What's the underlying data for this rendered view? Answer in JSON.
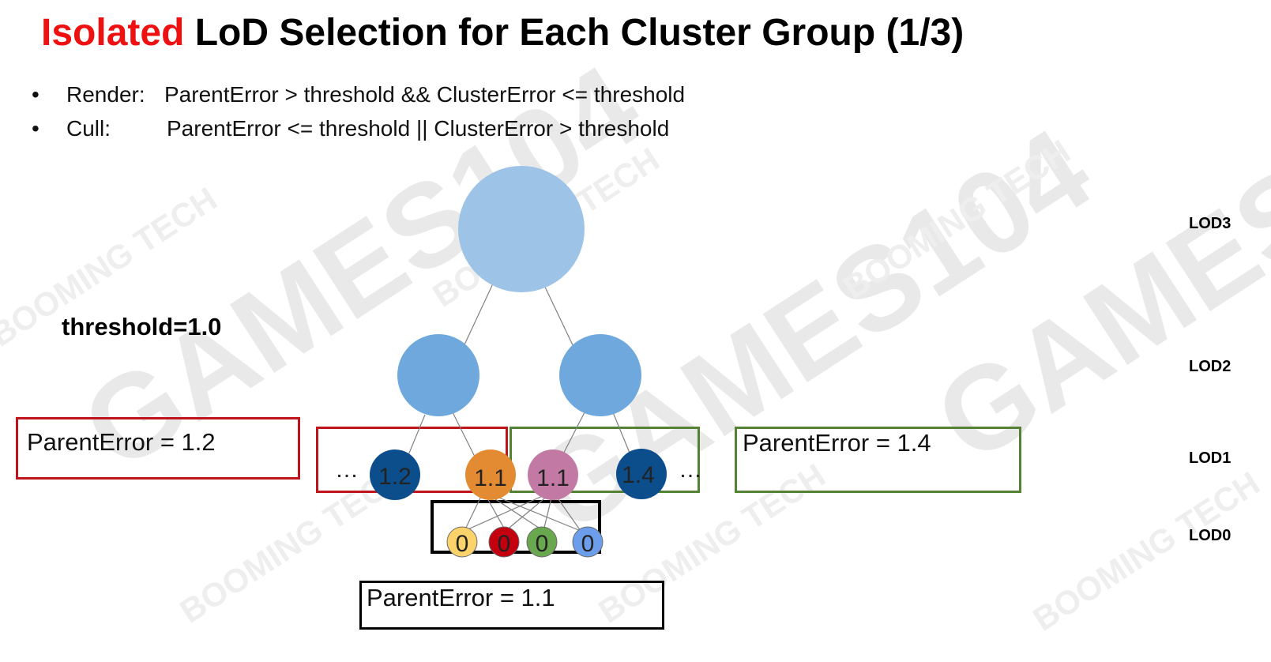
{
  "slide": {
    "title_highlight": "Isolated",
    "title_rest": " LoD Selection for Each Cluster Group (1/3)",
    "bullets": [
      {
        "bullet": "•",
        "key": "Render:",
        "rule": "ParentError > threshold && ClusterError <= threshold"
      },
      {
        "bullet": "•",
        "key": "Cull:",
        "rule": "ParentError <= threshold || ClusterError > threshold"
      }
    ],
    "threshold_label": "threshold=1.0"
  },
  "lod_labels": [
    "LOD3",
    "LOD2",
    "LOD1",
    "LOD0"
  ],
  "groups": {
    "left": {
      "label": "ParentError = 1.2",
      "color": "#c0141c"
    },
    "right": {
      "label": "ParentError = 1.4",
      "color": "#548235"
    },
    "bottom": {
      "label": "ParentError = 1.1",
      "color": "#000000"
    }
  },
  "tree": {
    "lod1_nodes": [
      {
        "error": "1.2",
        "color": "#0c4e8c"
      },
      {
        "error": "1.1",
        "color": "#e38b32"
      },
      {
        "error": "1.1",
        "color": "#c279a3"
      },
      {
        "error": "1.4",
        "color": "#0c4e8c"
      }
    ],
    "lod0_nodes": [
      {
        "error": "0",
        "color": "#fbd36a"
      },
      {
        "error": "0",
        "color": "#c40010"
      },
      {
        "error": "0",
        "color": "#6aa84f"
      },
      {
        "error": "0",
        "color": "#6d9eeb"
      }
    ],
    "ellipsis": "…",
    "lod3_color": "#9dc3e6",
    "lod2_color": "#6fa8dc"
  },
  "watermark": {
    "brand_main": "GAMES104",
    "brand_sub": "BOOMING TECH"
  }
}
